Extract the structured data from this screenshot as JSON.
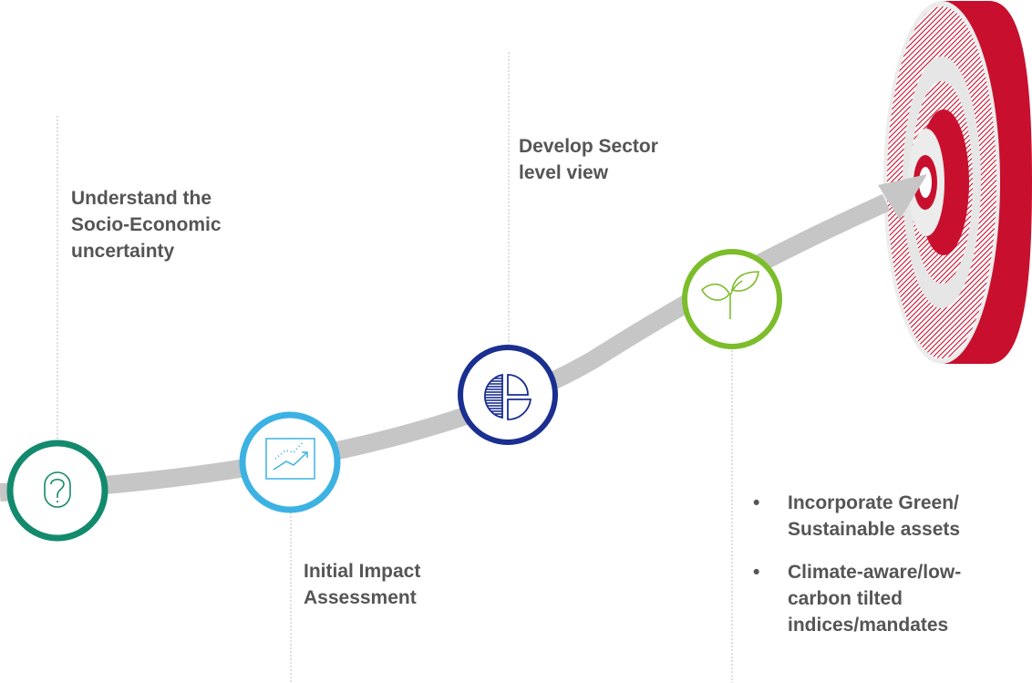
{
  "colors": {
    "arrow": "#c6c6c6",
    "guide_line": "#bdbdbd",
    "text": "#555555",
    "step1": "#138a6d",
    "step2": "#3cb2e3",
    "step3": "#1a2f8f",
    "step4": "#7cbd2a",
    "target_red": "#c8102e",
    "target_grey": "#e6e6e6"
  },
  "steps": [
    {
      "id": "socio-economic",
      "icon": "question-icon",
      "lines": [
        "Understand the",
        "Socio-Economic",
        "uncertainty"
      ]
    },
    {
      "id": "initial-impact",
      "icon": "chart-trend-icon",
      "lines": [
        "Initial Impact",
        "Assessment"
      ]
    },
    {
      "id": "sector-view",
      "icon": "pie-chart-icon",
      "lines": [
        "Develop Sector",
        "level view"
      ]
    },
    {
      "id": "green-assets",
      "icon": "sprout-icon",
      "bullet_symbol": "•",
      "bullets": [
        {
          "lines": [
            "Incorporate Green/",
            "Sustainable assets"
          ]
        },
        {
          "lines": [
            "Climate-aware/low-",
            "carbon tilted",
            "indices/mandates"
          ]
        }
      ]
    }
  ],
  "target": {
    "icon": "target-icon"
  }
}
